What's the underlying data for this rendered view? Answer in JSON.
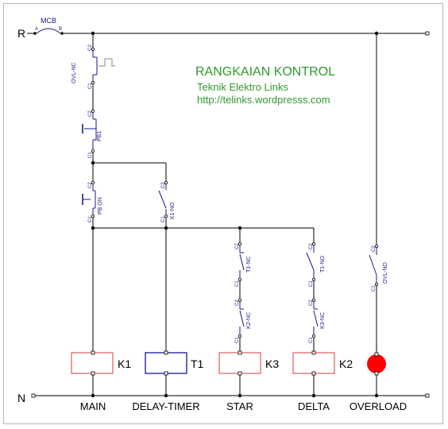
{
  "rails": {
    "top": "R",
    "bottom": "N"
  },
  "mcb": {
    "label": "MCB",
    "pin_a": "A",
    "pin_b": "B"
  },
  "header": {
    "title": "RANGKAIAN KONTROL",
    "subtitle": "Teknik Elektro Links",
    "url": "http://telinks.wordpresss.com"
  },
  "contacts": {
    "ovl_nc": "OVL-NC",
    "pb1": "PB1",
    "pb_on": "PB ON",
    "k1_no": "K1-NO",
    "t1_nc": "T1-NC",
    "k2_nc": "K2-NC",
    "t1_no": "T1-NO",
    "k3_nc": "K3-NC",
    "ovl_no": "OVL-NO",
    "pin_c1": "C1",
    "pin_c2": "C2"
  },
  "coils": {
    "k1": "K1",
    "t1": "T1",
    "k3": "K3",
    "k2": "K2"
  },
  "bottom_labels": {
    "main": "MAIN",
    "delay_timer": "DELAY-TIMER",
    "star": "STAR",
    "delta": "DELTA",
    "overload": "OVERLOAD"
  },
  "colors": {
    "wire": "#000000",
    "contact": "#1a1a8c",
    "coil_red": "#d23c3c",
    "coil_blue": "#2828a0",
    "lamp": "#ff0000",
    "header_text": "#2e9a2e"
  }
}
